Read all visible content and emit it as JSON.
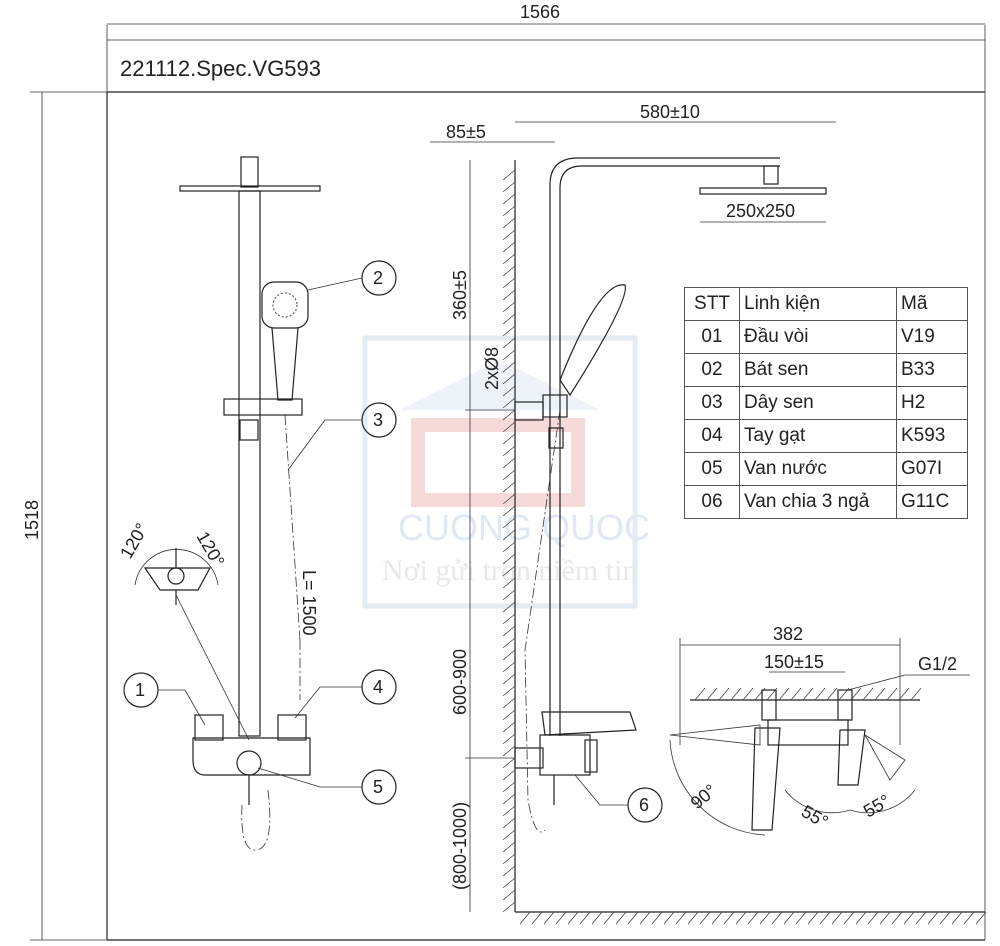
{
  "title": "221112.Spec.VG593",
  "dimensions": {
    "overall_width": "1566",
    "overall_height": "1518",
    "wall_offset": "85±5",
    "arm_length": "580±10",
    "head_size": "250x250",
    "bracket_height": "360±5",
    "bracket_holes": "2xØ8",
    "bar_range": "600-900",
    "valve_height": "(800-1000)",
    "hose_length": "L= 1500",
    "valve_width": "382",
    "inlet_spacing": "150±15",
    "thread": "G1/2",
    "angle_left": "120°",
    "angle_right": "120°",
    "angle_90": "90°",
    "angle_55a": "55°",
    "angle_55b": "55°"
  },
  "callouts": [
    "1",
    "2",
    "3",
    "4",
    "5",
    "6"
  ],
  "parts_table": {
    "headers": [
      "STT",
      "Linh kiện",
      "Mã"
    ],
    "rows": [
      [
        "01",
        "Đầu vòi",
        "V19"
      ],
      [
        "02",
        "Bát sen",
        "B33"
      ],
      [
        "03",
        "Dây sen",
        "H2"
      ],
      [
        "04",
        "Tay gạt",
        "K593"
      ],
      [
        "05",
        "Van nước",
        "G07I"
      ],
      [
        "06",
        "Van chia 3 ngả",
        "G11C"
      ]
    ]
  },
  "watermark": {
    "brand": "CUONG QUOC",
    "slogan": "Nơi gửi trọn niềm tin"
  }
}
